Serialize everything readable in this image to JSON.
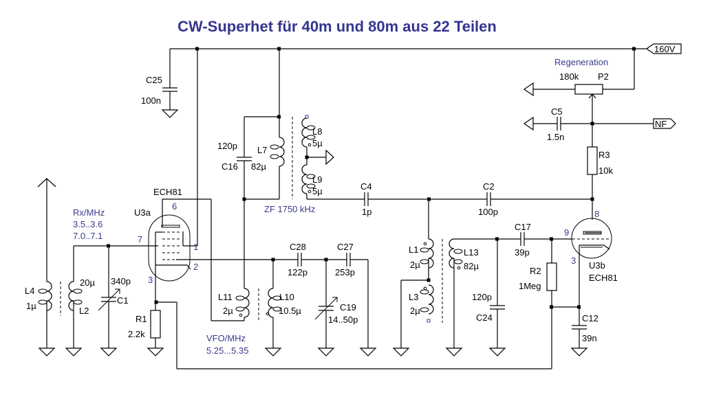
{
  "title": "CW-Superhet für 40m und 80m aus 22 Teilen",
  "power": {
    "supply_label": "160V",
    "output_label": "NF"
  },
  "annotations": {
    "regeneration": "Regeneration",
    "rx_title": "Rx/MHz",
    "rx_band1": "3.5..3.6",
    "rx_band2": "7.0..7.1",
    "if_label": "ZF 1750 kHz",
    "vfo_title": "VFO/MHz",
    "vfo_range": "5.25...5.35"
  },
  "components": {
    "C25": {
      "name": "C25",
      "value": "100n"
    },
    "C16": {
      "name": "C16",
      "value": "120p"
    },
    "L7": {
      "name": "L7",
      "value": "82µ"
    },
    "L8": {
      "name": "L8",
      "value": "5µ"
    },
    "L9": {
      "name": "L9",
      "value": "5µ"
    },
    "C4": {
      "name": "C4",
      "value": "1p"
    },
    "C2": {
      "name": "C2",
      "value": "100p"
    },
    "P2": {
      "name": "P2",
      "value": "180k"
    },
    "C5": {
      "name": "C5",
      "value": "1.5n"
    },
    "R3": {
      "name": "R3",
      "value": "10k"
    },
    "U3a": {
      "name": "U3a",
      "type": "ECH81",
      "pins": [
        "6",
        "7",
        "1",
        "2",
        "3"
      ]
    },
    "U3b": {
      "name": "U3b",
      "type": "ECH81",
      "pins": [
        "8",
        "9",
        "3"
      ]
    },
    "L4": {
      "name": "L4",
      "value": "1µ"
    },
    "L2": {
      "name": "L2",
      "value": "20µ"
    },
    "C1": {
      "name": "C1",
      "value": "340p"
    },
    "R1": {
      "name": "R1",
      "value": "2.2k"
    },
    "L11": {
      "name": "L11",
      "value": "2µ"
    },
    "L10": {
      "name": "L10",
      "value": "10.5µ"
    },
    "C28": {
      "name": "C28",
      "value": "122p"
    },
    "C27": {
      "name": "C27",
      "value": "253p"
    },
    "C19": {
      "name": "C19",
      "value": "14..50p"
    },
    "L1": {
      "name": "L1",
      "value": "2µ"
    },
    "L3": {
      "name": "L3",
      "value": "2µ"
    },
    "L13": {
      "name": "L13",
      "value": "82µ"
    },
    "C24": {
      "name": "C24",
      "value": "120p"
    },
    "C17": {
      "name": "C17",
      "value": "39p"
    },
    "R2": {
      "name": "R2",
      "value": "1Meg"
    },
    "C12": {
      "name": "C12",
      "value": "39n"
    }
  }
}
